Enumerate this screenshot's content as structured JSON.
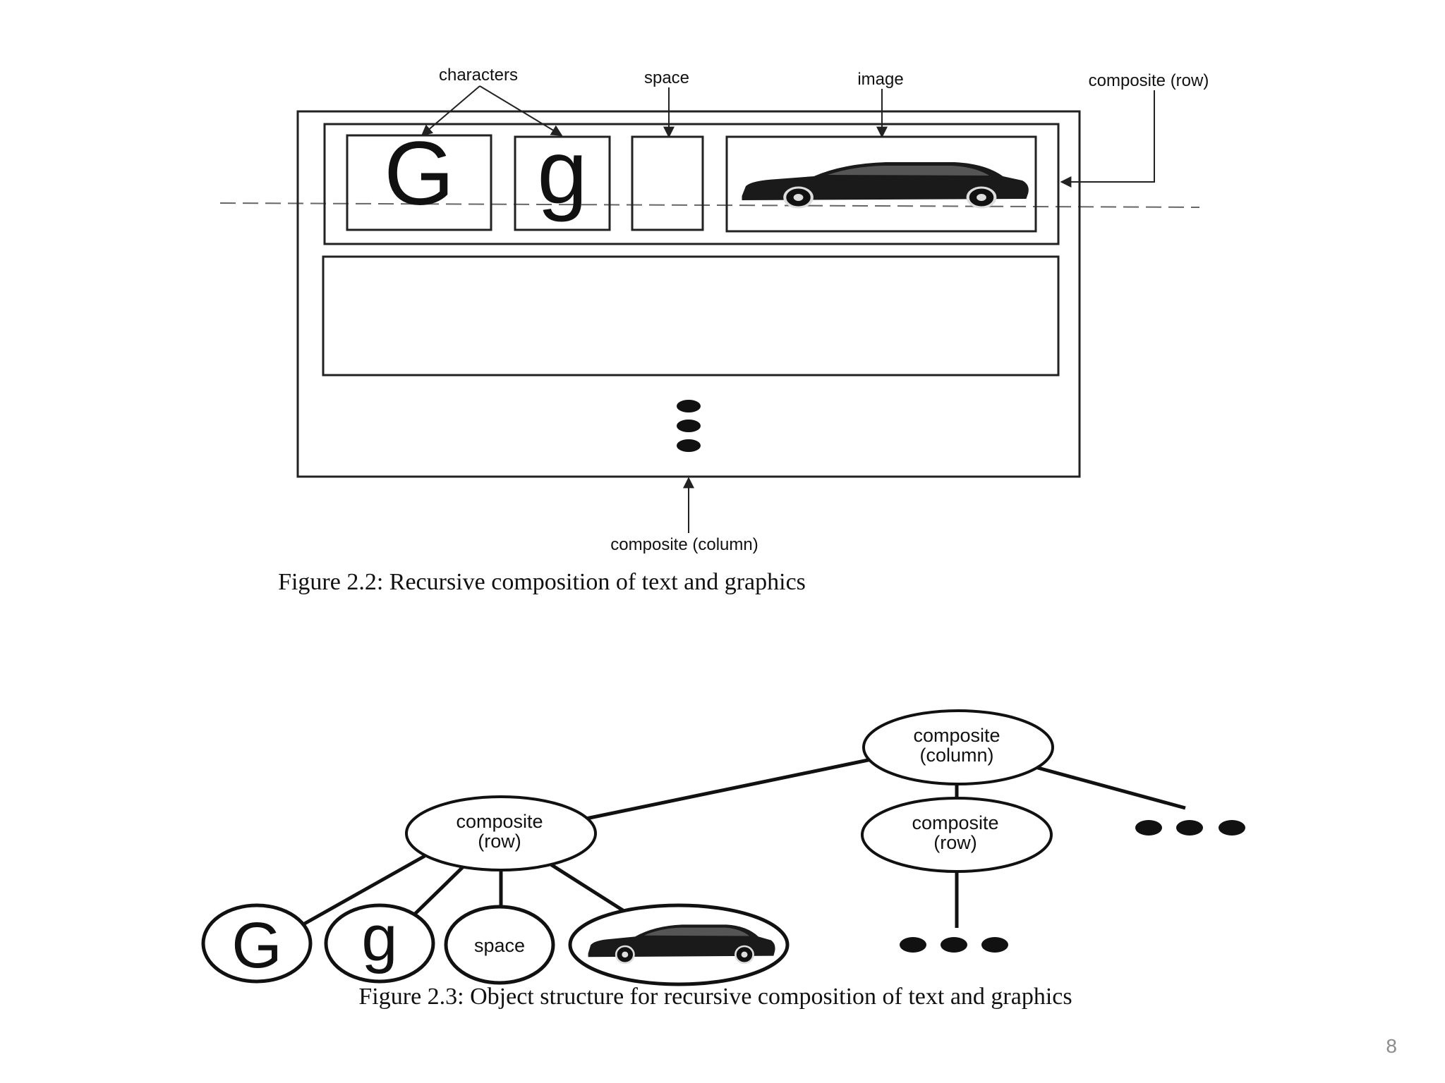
{
  "figure1": {
    "labels": {
      "characters": "characters",
      "space": "space",
      "image": "image",
      "composite_row": "composite (row)",
      "composite_column": "composite (column)"
    },
    "glyphs": {
      "upper": "G",
      "lower": "g"
    },
    "caption": "Figure 2.2: Recursive composition of text and graphics"
  },
  "figure2": {
    "root": {
      "line1": "composite",
      "line2": "(column)"
    },
    "row1": {
      "line1": "composite",
      "line2": "(row)"
    },
    "row2": {
      "line1": "composite",
      "line2": "(row)"
    },
    "leaves": {
      "upper": "G",
      "lower": "g",
      "space": "space"
    },
    "caption": "Figure 2.3: Object structure for recursive composition of text and graphics"
  },
  "page_number": "8"
}
